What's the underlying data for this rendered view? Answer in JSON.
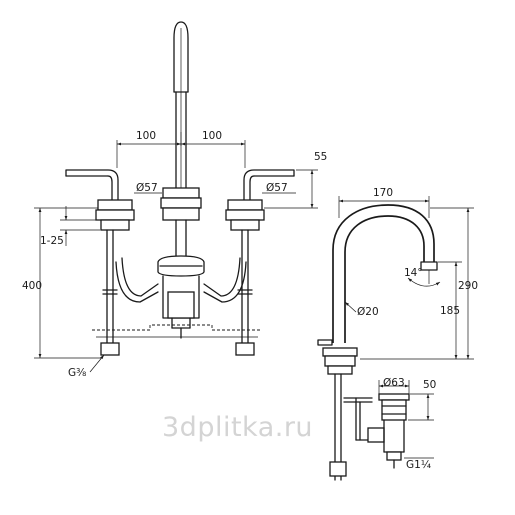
{
  "watermark": "3dplitka.ru",
  "front_view": {
    "dim_left_spacing": "100",
    "dim_right_spacing": "100",
    "dim_lever": "55",
    "dim_left_rosette": "Ø57",
    "dim_right_rosette": "Ø57",
    "dim_deck_thickness": "1-25",
    "dim_total_height": "400",
    "dim_connection": "G⅜"
  },
  "side_view": {
    "dim_reach": "170",
    "dim_swivel_angle": "14°",
    "dim_spout_diameter": "Ø20",
    "dim_overall_height": "290",
    "dim_outlet_height": "185",
    "dim_waste_diameter": "Ø63",
    "dim_waste_height": "50",
    "dim_waste_thread": "G1¼"
  }
}
